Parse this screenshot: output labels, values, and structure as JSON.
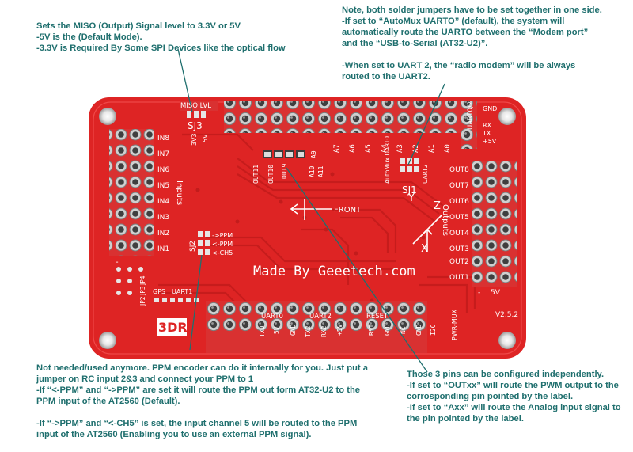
{
  "notes": {
    "miso": "Sets the MISO (Output) Signal level to 3.3V or 5V\n-5V is the (Default Mode).\n-3.3V is Required By Some SPI Devices like the optical flow",
    "uart": "Note, both solder jumpers have to be set together in one side.\n-If set to “AutoMux UARTO” (default), the system will automatically route the UARTO between the “Modem port” and the “USB-to-Serial (AT32-U2)”.\n\n-When set to UART 2, the “radio modem” will be always routed to the UART2.",
    "ppm": "Not needed/used anymore. PPM encoder can do it internally for you. Just put a jumper on RC input 2&3 and connect your PPM to 1\n-If “<-PPM” and “->PPM” are set it will route the PPM out form AT32-U2 to the PPM input of the AT2560 (Default).\n\n-If “->PPM” and “<-CH5” is set, the input channel 5 will be routed to the PPM input of the AT2560 (Enabling you to use an external PPM signal).",
    "pins": "Those 3 pins can be configured independently.\n-If set to “OUTxx” will route the PWM output to the corrosponding pin pointed by the label.\n-If set to “Axx” will route the Analog input signal to the pin pointed by the label."
  },
  "board": {
    "brand": "Made By Geeetech.com",
    "version": "V2.5.2",
    "logo": "3DR",
    "miso_jumper": {
      "title": "MISO LVL",
      "id": "SJ3",
      "opt_a": "3V3",
      "opt_b": "5V"
    },
    "uart_jumper": {
      "id": "SJ1",
      "opt_a": "AutoMux UART0",
      "opt_b": "UART2"
    },
    "ppm_jumper": {
      "id": "SJ2",
      "opt_ppm_out": "->PPM",
      "opt_ppm_in": "<-PPM",
      "opt_ch5": "<-CH5"
    },
    "inputs_title": "Inputs",
    "inputs": [
      "IN8",
      "IN7",
      "IN6",
      "IN5",
      "IN4",
      "IN3",
      "IN2",
      "IN1"
    ],
    "outputs_title": "Outputs",
    "outputs": [
      "OUT8",
      "OUT7",
      "OUT6",
      "OUT5",
      "OUT4",
      "OUT3",
      "OUT2",
      "OUT1"
    ],
    "analog": [
      "A7",
      "A6",
      "A5",
      "A4",
      "A3",
      "A2",
      "A1",
      "A0"
    ],
    "out_jumpers": [
      "OUT11",
      "OUT10",
      "OUT9",
      "A9",
      "A10",
      "A11"
    ],
    "uart_right": {
      "title": "UART0/2",
      "pins": [
        "GND",
        "RX",
        "TX",
        "+5V"
      ]
    },
    "bottom_uart0": {
      "title": "UART0",
      "pins": [
        "TX0",
        "5V",
        "GND"
      ]
    },
    "bottom_uart2": {
      "title": "UART2",
      "pins": [
        "TX2",
        "RX2",
        "+5V"
      ]
    },
    "bottom_reset": {
      "title": "RESET",
      "pins": [
        "RST",
        "GND"
      ]
    },
    "bottom_misc": [
      "NC",
      "GND",
      "I2C"
    ],
    "left_labels": {
      "gps": "GPS",
      "uart1": "UART1",
      "jp2": "JP2",
      "jp3": "JP3",
      "jp4": "JP4"
    },
    "pwr": "PWR-MUX",
    "front": "FRONT",
    "axes": [
      "X",
      "Y",
      "Z"
    ],
    "minus": "-",
    "five_v": "5V"
  }
}
